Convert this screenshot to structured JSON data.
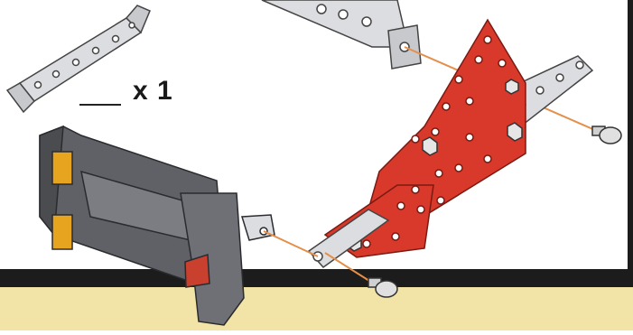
{
  "instruction": {
    "quantity_label": "x 1"
  },
  "colors": {
    "metal_plate": "#d9dadc",
    "red_plate": "#d8392a",
    "battery_box": "#5f6166",
    "battery_contact": "#e7a51f",
    "floor": "#f2e3a6",
    "axis_line": "#e48f4a"
  },
  "icons": [
    "loose-strip-part",
    "top-strip-part",
    "red-triangular-plate",
    "long-strip-part",
    "lower-strip-part",
    "battery-box",
    "screw",
    "axis-line"
  ]
}
